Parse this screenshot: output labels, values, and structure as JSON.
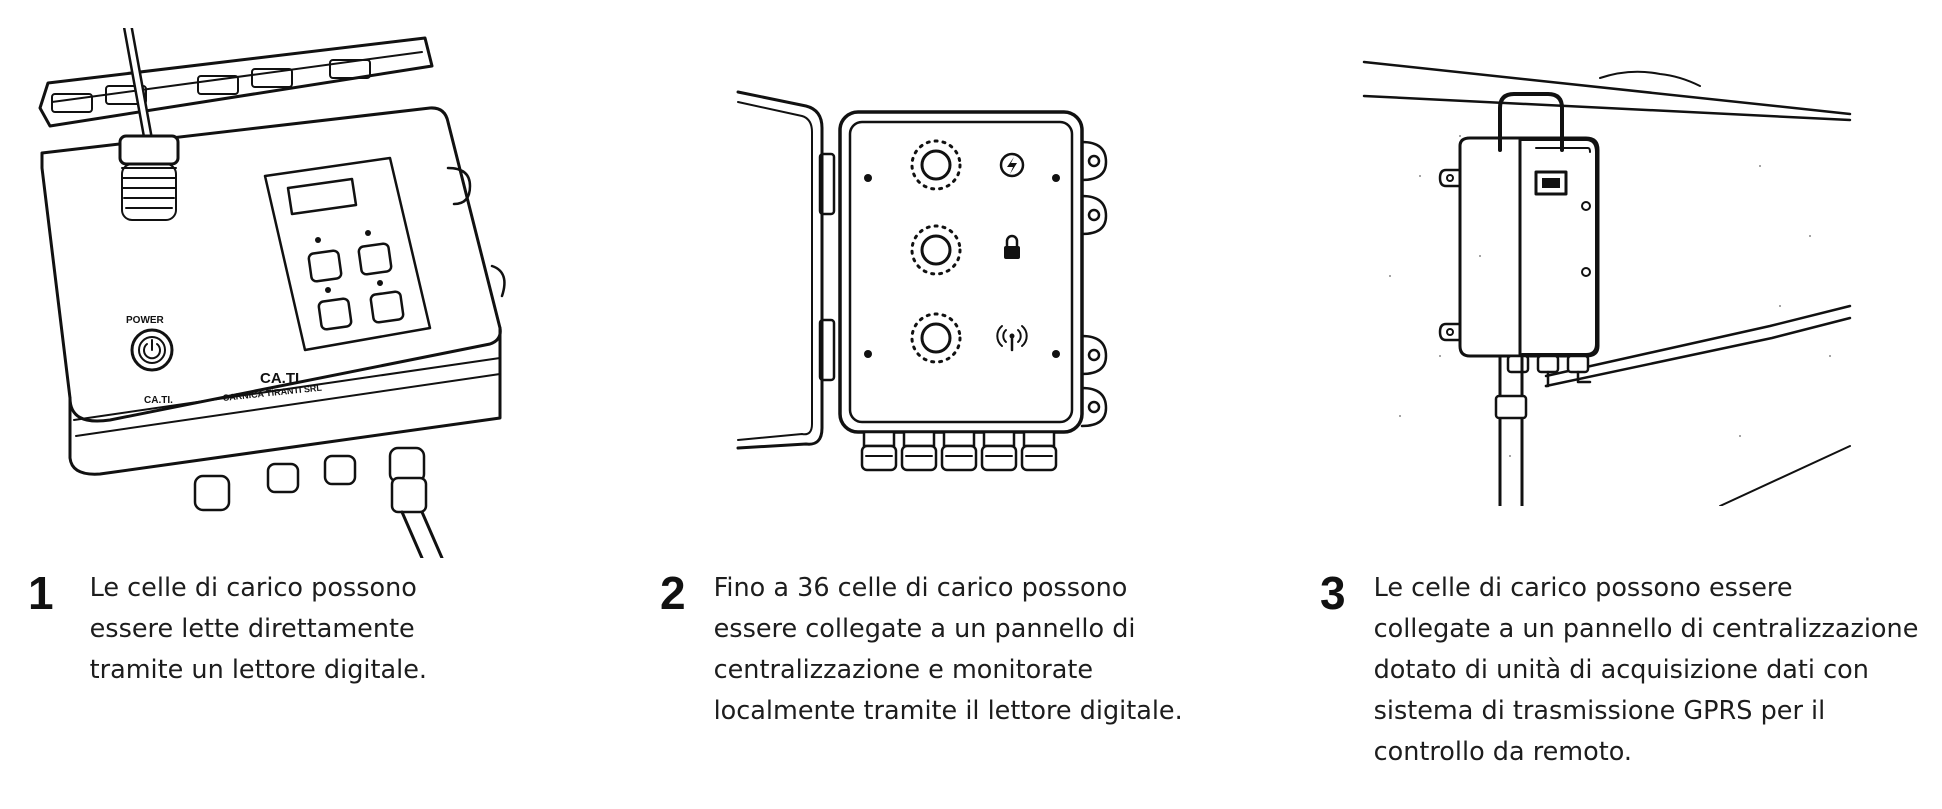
{
  "panel1": {
    "power_label": "POWER",
    "brand_small": "CA.TI.",
    "brand_large": "CA.TI.",
    "company_name": "CARNICA TIRANTI SRL",
    "button_labels": [
      "◦",
      "◦",
      "◦",
      "◦"
    ]
  },
  "panel2": {
    "icons": [
      "lightning-icon",
      "lock-icon",
      "wireless-antenna-icon"
    ]
  },
  "steps": [
    {
      "number": "1",
      "lines": [
        "Le celle di carico possono",
        "essere lette direttamente",
        "tramite un lettore digitale."
      ]
    },
    {
      "number": "2",
      "lines": [
        "Fino a 36 celle di carico possono",
        "essere collegate a un pannello di",
        "centralizzazione e monitorate",
        "localmente tramite il lettore digitale."
      ]
    },
    {
      "number": "3",
      "lines": [
        "Le celle di carico possono essere",
        "collegate a un pannello di centralizzazione",
        "dotato di unità di acquisizione dati con",
        "sistema di trasmissione GPRS per il",
        "controllo da remoto."
      ]
    }
  ]
}
